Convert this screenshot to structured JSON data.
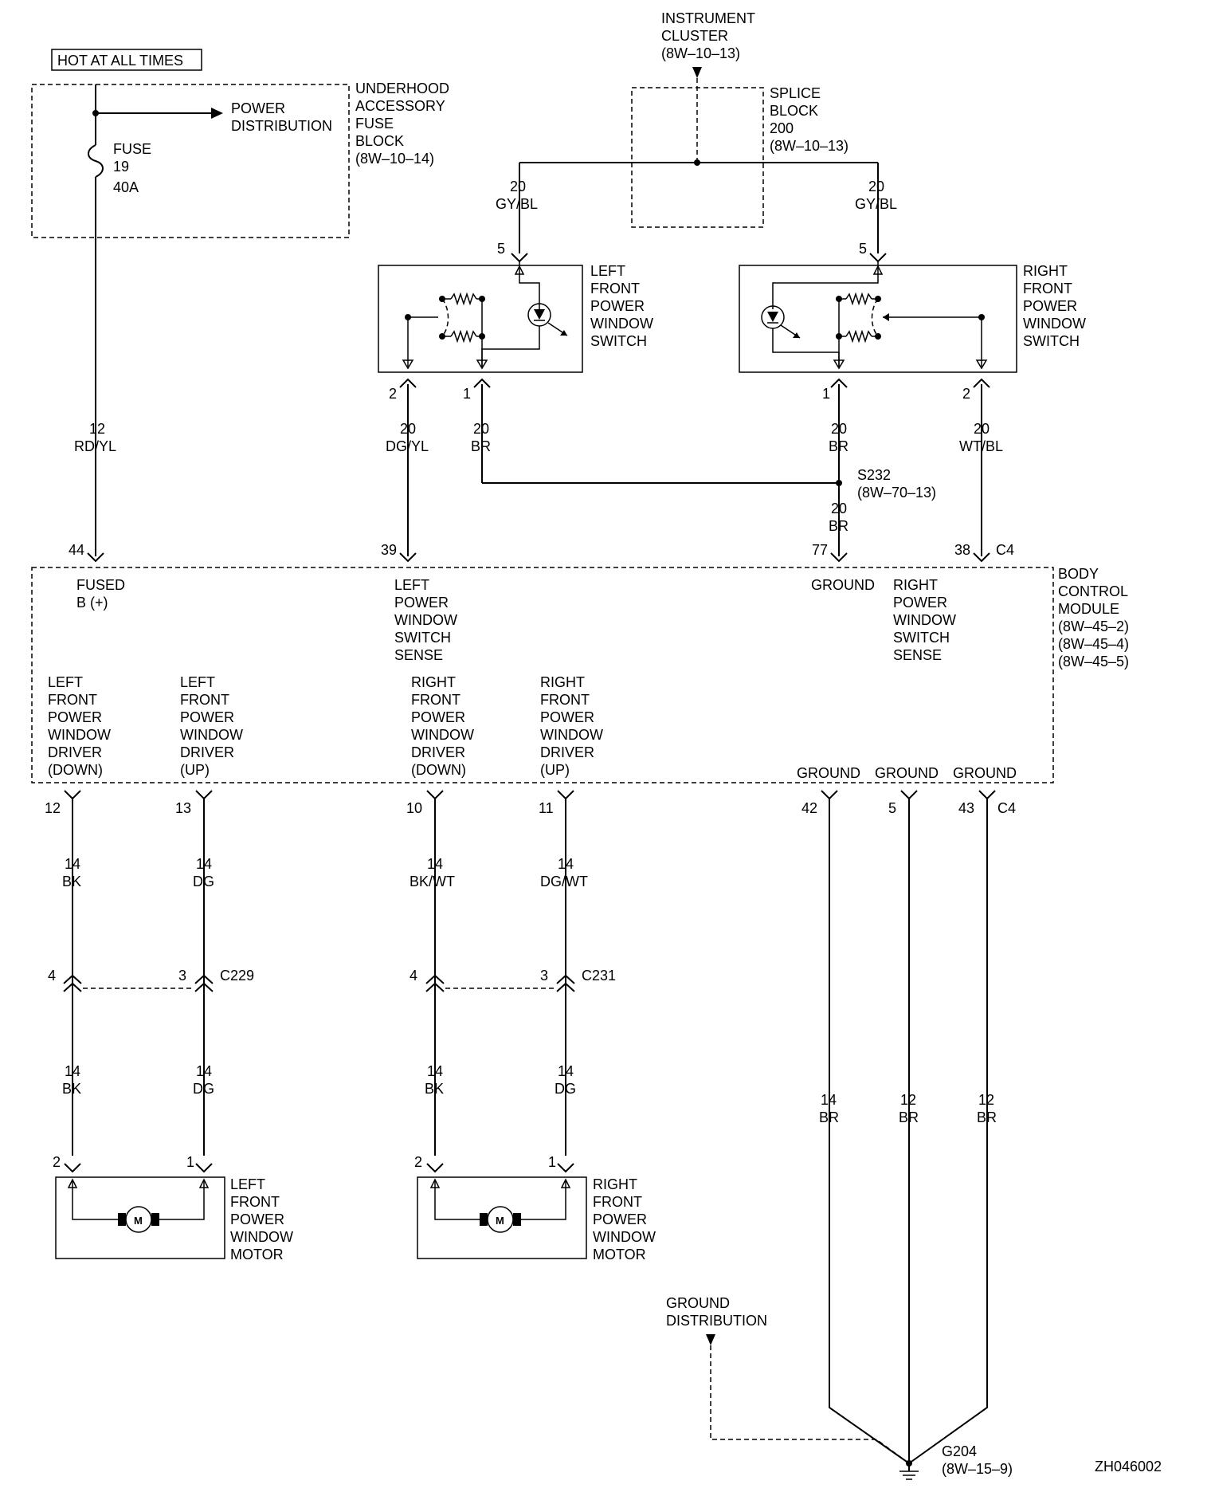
{
  "hot_label": "HOT AT ALL TIMES",
  "fuse_block": {
    "power_distribution": [
      "POWER",
      "DISTRIBUTION"
    ],
    "name": [
      "UNDERHOOD",
      "ACCESSORY",
      "FUSE",
      "BLOCK",
      "(8W–10–14)"
    ],
    "fuse": [
      "FUSE",
      "19",
      "40A"
    ]
  },
  "instrument_cluster": [
    "INSTRUMENT",
    "CLUSTER",
    "(8W–10–13)"
  ],
  "splice_block": [
    "SPLICE",
    "BLOCK",
    "200",
    "(8W–10–13)"
  ],
  "left_switch": {
    "name": [
      "LEFT",
      "FRONT",
      "POWER",
      "WINDOW",
      "SWITCH"
    ],
    "pins": {
      "top": "5",
      "out2": "2",
      "out1": "1"
    },
    "top_wire": [
      "20",
      "GY/BL"
    ]
  },
  "right_switch": {
    "name": [
      "RIGHT",
      "FRONT",
      "POWER",
      "WINDOW",
      "SWITCH"
    ],
    "pins": {
      "top": "5",
      "out1": "1",
      "out2": "2"
    },
    "top_wire": [
      "20",
      "GY/BL"
    ]
  },
  "upper_wires": {
    "fuse_out": [
      "12",
      "RD/YL"
    ],
    "left_sense": [
      "20",
      "DG/YL"
    ],
    "left_ground": [
      "20",
      "BR"
    ],
    "right_ground": [
      "20",
      "BR"
    ],
    "right_sense": [
      "20",
      "WT/BL"
    ],
    "splice_out": [
      "20",
      "BR"
    ]
  },
  "splice_s232": [
    "S232",
    "(8W–70–13)"
  ],
  "bcm": {
    "name": [
      "BODY",
      "CONTROL",
      "MODULE",
      "(8W–45–2)",
      "(8W–45–4)",
      "(8W–45–5)"
    ],
    "top_pins": [
      "44",
      "39",
      "77",
      "38"
    ],
    "top_connector": "C4",
    "fused": [
      "FUSED",
      "B (+)"
    ],
    "left_sense": [
      "LEFT",
      "POWER",
      "WINDOW",
      "SWITCH",
      "SENSE"
    ],
    "ground_top": "GROUND",
    "right_sense": [
      "RIGHT",
      "POWER",
      "WINDOW",
      "SWITCH",
      "SENSE"
    ],
    "driver_lf_down": [
      "LEFT",
      "FRONT",
      "POWER",
      "WINDOW",
      "DRIVER",
      "(DOWN)"
    ],
    "driver_lf_up": [
      "LEFT",
      "FRONT",
      "POWER",
      "WINDOW",
      "DRIVER",
      "(UP)"
    ],
    "driver_rf_down": [
      "RIGHT",
      "FRONT",
      "POWER",
      "WINDOW",
      "DRIVER",
      "(DOWN)"
    ],
    "driver_rf_up": [
      "RIGHT",
      "FRONT",
      "POWER",
      "WINDOW",
      "DRIVER",
      "(UP)"
    ],
    "grounds": [
      "GROUND",
      "GROUND",
      "GROUND"
    ],
    "bottom_pins": [
      "12",
      "13",
      "10",
      "11",
      "42",
      "5",
      "43"
    ],
    "bottom_connector": "C4"
  },
  "motor_wires_upper": [
    [
      "14",
      "BK"
    ],
    [
      "14",
      "DG"
    ],
    [
      "14",
      "BK/WT"
    ],
    [
      "14",
      "DG/WT"
    ]
  ],
  "motor_wires_lower": [
    [
      "14",
      "BK"
    ],
    [
      "14",
      "DG"
    ],
    [
      "14",
      "BK"
    ],
    [
      "14",
      "DG"
    ]
  ],
  "connector_c229": {
    "name": "C229",
    "pins": [
      "4",
      "3"
    ]
  },
  "connector_c231": {
    "name": "C231",
    "pins": [
      "4",
      "3"
    ]
  },
  "ground_wires": [
    [
      "14",
      "BR"
    ],
    [
      "12",
      "BR"
    ],
    [
      "12",
      "BR"
    ]
  ],
  "left_motor": {
    "name": [
      "LEFT",
      "FRONT",
      "POWER",
      "WINDOW",
      "MOTOR"
    ],
    "pins": [
      "2",
      "1"
    ],
    "symbol": "M"
  },
  "right_motor": {
    "name": [
      "RIGHT",
      "FRONT",
      "POWER",
      "WINDOW",
      "MOTOR"
    ],
    "pins": [
      "2",
      "1"
    ],
    "symbol": "M"
  },
  "ground_distribution": [
    "GROUND",
    "DISTRIBUTION"
  ],
  "ground_g204": [
    "G204",
    "(8W–15–9)"
  ],
  "figure_id": "ZH046002"
}
